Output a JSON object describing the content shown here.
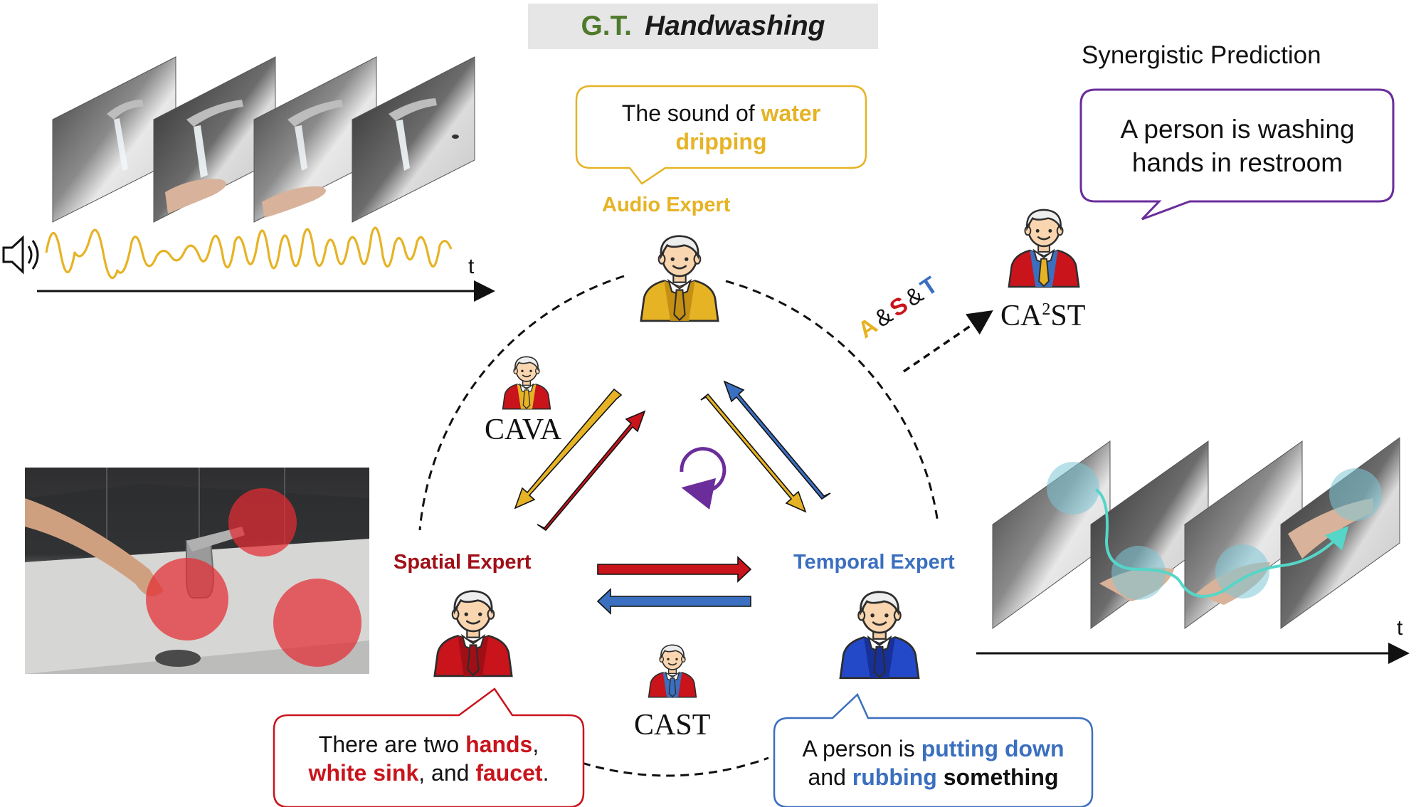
{
  "header": {
    "gt_label": "G.T.",
    "gt_class": "Handwashing"
  },
  "synergy": {
    "title": "Synergistic Prediction",
    "line1": "A person is washing",
    "line2": "hands in restroom",
    "model": "CA",
    "model_sup": "2",
    "model_suffix": "ST",
    "modality_a": "A",
    "modality_s": "S",
    "modality_t": "T",
    "amp": "&"
  },
  "audio": {
    "label": "Audio Expert",
    "bubble_pre": "The sound of ",
    "bubble_hl1": "water",
    "bubble_hl2": "dripping"
  },
  "spatial": {
    "label": "Spatial Expert",
    "b1_pre": "There are two ",
    "b1_hl": "hands",
    "b1_post": ",",
    "b2_hl": "white sink",
    "b2_mid": ", and ",
    "b2_hl2": "faucet",
    "b2_post": "."
  },
  "temporal": {
    "label": "Temporal Expert",
    "b1_pre": "A person is ",
    "b1_hl": "putting down",
    "b2_pre": "and ",
    "b2_hl": "rubbing",
    "b2_post": " something"
  },
  "modules": {
    "cava": "CAVA",
    "cast": "CAST"
  },
  "axes": {
    "t_top": "t",
    "t_bottom": "t"
  },
  "colors": {
    "audio": "#e6b325",
    "spatial": "#c9141c",
    "temporal": "#3b6fbf",
    "purple": "#6a2d9a",
    "gt_green": "#4f7a2c"
  }
}
